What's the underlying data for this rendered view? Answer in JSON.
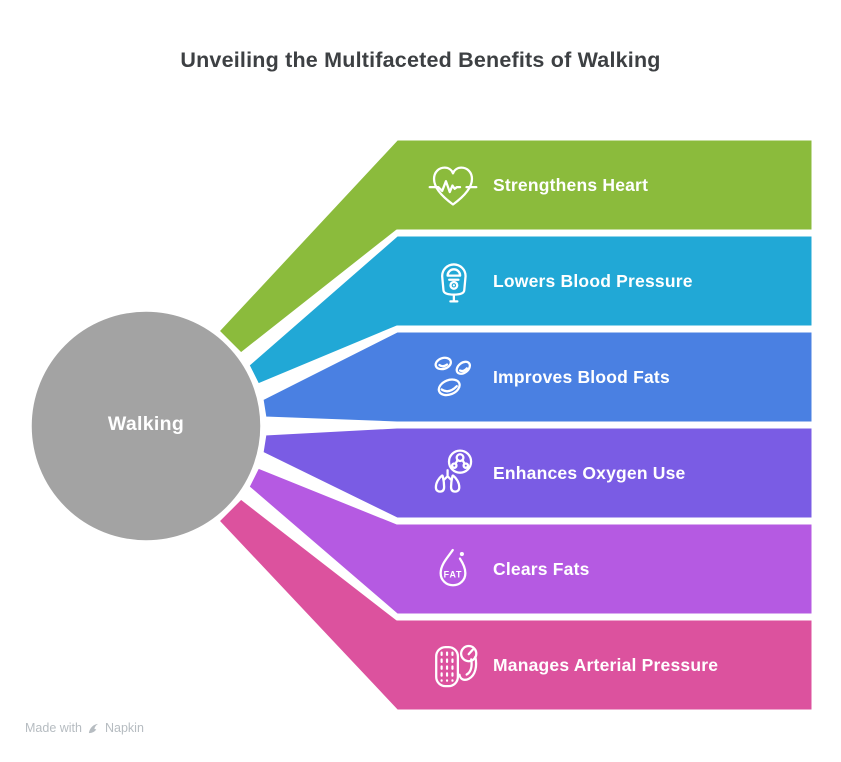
{
  "title": "Unveiling the Multifaceted Benefits of Walking",
  "center": {
    "label": "Walking",
    "color": "#a3a3a3"
  },
  "benefits": [
    {
      "label": "Strengthens Heart",
      "icon": "heart-ekg-icon",
      "color": "#8bbb3c"
    },
    {
      "label": "Lowers Blood Pressure",
      "icon": "blood-pressure-monitor-icon",
      "color": "#21a8d6"
    },
    {
      "label": "Improves Blood Fats",
      "icon": "blood-cells-icon",
      "color": "#4a80e2"
    },
    {
      "label": "Enhances Oxygen Use",
      "icon": "lungs-oxygen-icon",
      "color": "#7a5ce4"
    },
    {
      "label": "Clears Fats",
      "icon": "fat-droplet-icon",
      "icon_text": "FAT",
      "color": "#b55ae2"
    },
    {
      "label": "Manages Arterial Pressure",
      "icon": "artery-gauge-icon",
      "color": "#dc529e"
    }
  ],
  "footer": {
    "made_with": "Made with",
    "brand": "Napkin"
  }
}
